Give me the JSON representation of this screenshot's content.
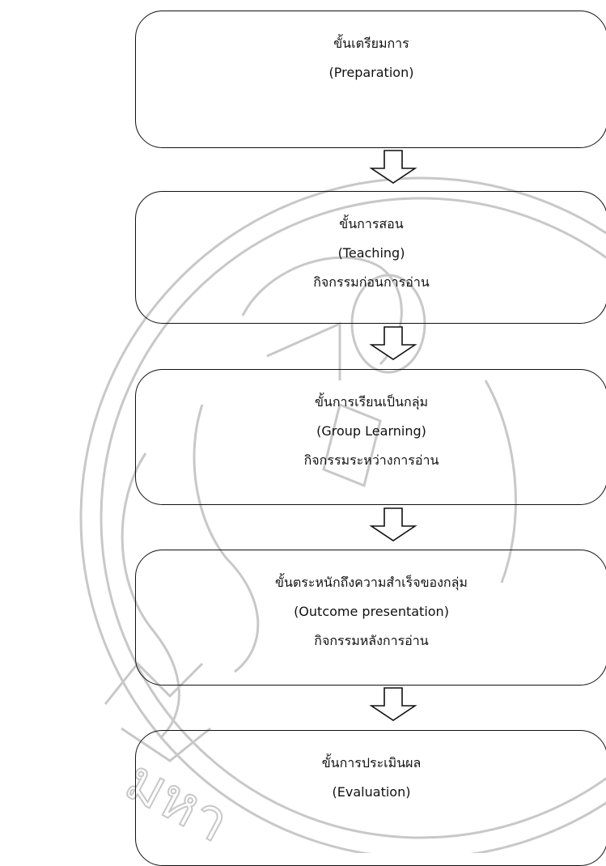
{
  "watermark": {
    "text": "มหา",
    "color": "#c8c8c8"
  },
  "steps": [
    {
      "title": "ขั้นเตรียมการ",
      "subtitle": "(Preparation)",
      "activity": ""
    },
    {
      "title": "ขั้นการสอน",
      "subtitle": "(Teaching)",
      "activity": "กิจกรรมก่อนการอ่าน"
    },
    {
      "title": "ขั้นการเรียนเป็นกลุ่ม",
      "subtitle": "(Group Learning)",
      "activity": "กิจกรรมระหว่างการอ่าน"
    },
    {
      "title": "ขั้นตระหนักถึงความสำเร็จของกลุ่ม",
      "subtitle": "(Outcome presentation)",
      "activity": "กิจกรรมหลังการอ่าน"
    },
    {
      "title": "ขั้นการประเมินผล",
      "subtitle": "(Evaluation)",
      "activity": ""
    }
  ],
  "connector_icon": "down-arrow-outline-icon"
}
